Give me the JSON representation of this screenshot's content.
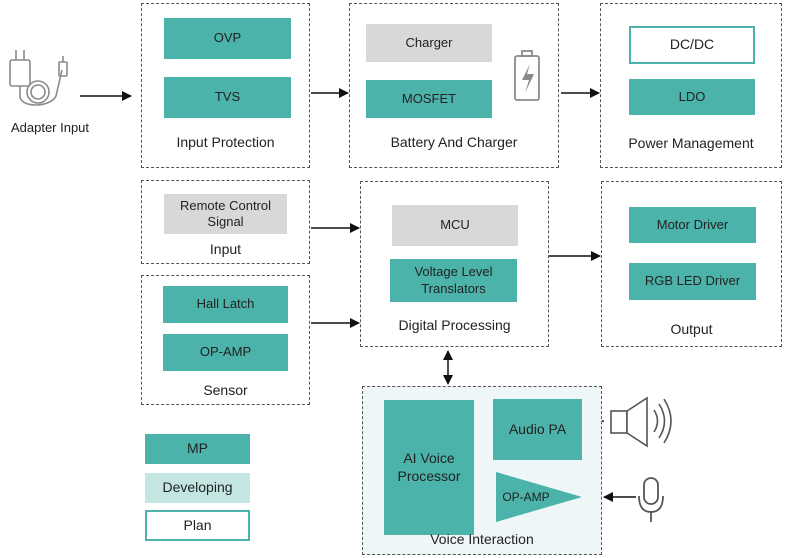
{
  "adapter": {
    "label": "Adapter Input",
    "icon": "power-adapter-icon"
  },
  "input_protection": {
    "title": "Input Protection",
    "blocks": [
      "OVP",
      "TVS"
    ]
  },
  "battery_charger": {
    "title": "Battery And Charger",
    "blocks": [
      "Charger",
      "MOSFET"
    ],
    "icon": "battery-icon"
  },
  "power_management": {
    "title": "Power Management",
    "blocks": [
      "DC/DC",
      "LDO"
    ]
  },
  "input": {
    "title": "Input",
    "block": "Remote Control Signal"
  },
  "sensor": {
    "title": "Sensor",
    "blocks": [
      "Hall Latch",
      "OP-AMP"
    ]
  },
  "digital_processing": {
    "title": "Digital Processing",
    "blocks": [
      "MCU",
      "Voltage Level Translators"
    ]
  },
  "output": {
    "title": "Output",
    "blocks": [
      "Motor Driver",
      "RGB LED Driver"
    ]
  },
  "voice_interaction": {
    "title": "Voice Interaction",
    "blocks": [
      "AI Voice Processor",
      "Audio PA",
      "OP-AMP"
    ],
    "icons": [
      "speaker-icon",
      "microphone-icon"
    ]
  },
  "legend": {
    "items": [
      "MP",
      "Developing",
      "Plan"
    ]
  },
  "colors": {
    "mp": "#4bb3a9",
    "developing": "#d8d8d8",
    "legend_developing": "#c3e6e2",
    "plan_border": "#4bb3a9",
    "voice_bg": "#eef6f8"
  }
}
